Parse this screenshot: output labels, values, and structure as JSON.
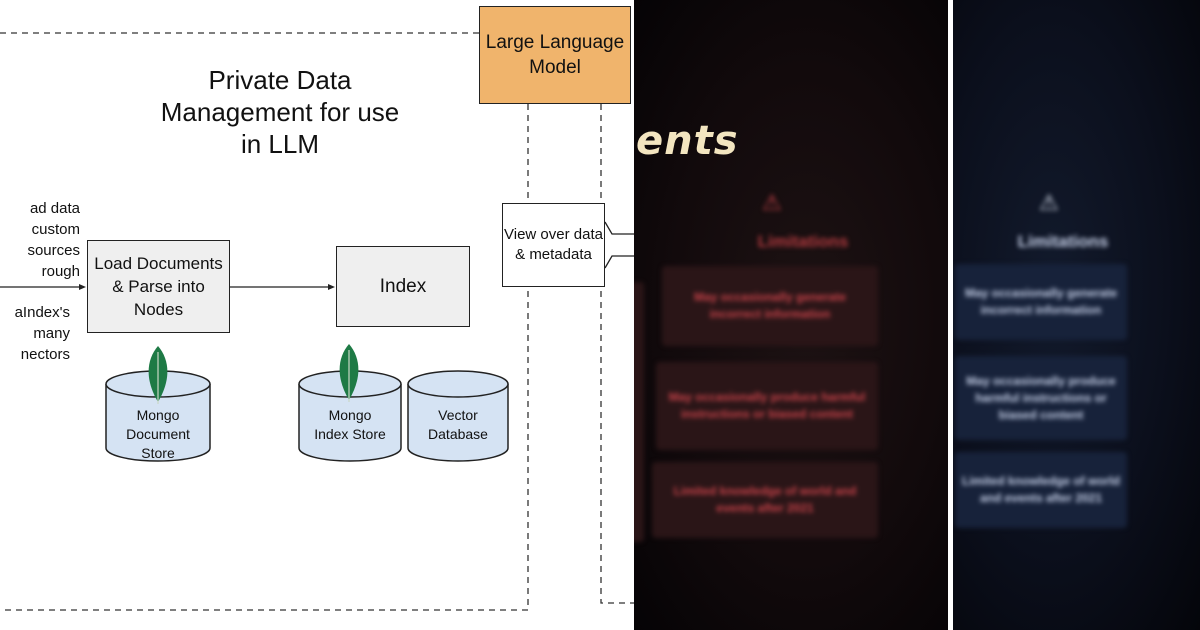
{
  "diagram": {
    "title": "Private Data Management for use in LLM",
    "source_text_1": "ad data custom sources rough",
    "source_text_2": "aIndex's many nectors",
    "load_box": "Load Documents & Parse into Nodes",
    "index_box": "Index",
    "llm_box": "Large Language Model",
    "view_box": "View over data & metadata",
    "stores": {
      "mongo_document": "Mongo Document Store",
      "mongo_index": "Mongo Index Store",
      "vector_db": "Vector Database"
    },
    "colors": {
      "llm_fill": "#f0b46c",
      "box_fill": "#efefef",
      "cylinder_fill": "#d5e3f3",
      "leaf": "#1e7a45"
    }
  },
  "photo_left": {
    "heading_fragment": "ents",
    "limitations_title": "Limitations",
    "cards": [
      "May occasionally generate incorrect information",
      "May occasionally produce harmful instructions or biased content",
      "Limited knowledge of world and events after 2021"
    ]
  },
  "photo_right": {
    "limitations_title": "Limitations",
    "cards": [
      "May occasionally generate incorrect information",
      "May occasionally produce harmful instructions or biased content",
      "Limited knowledge of world and events after 2021"
    ]
  }
}
